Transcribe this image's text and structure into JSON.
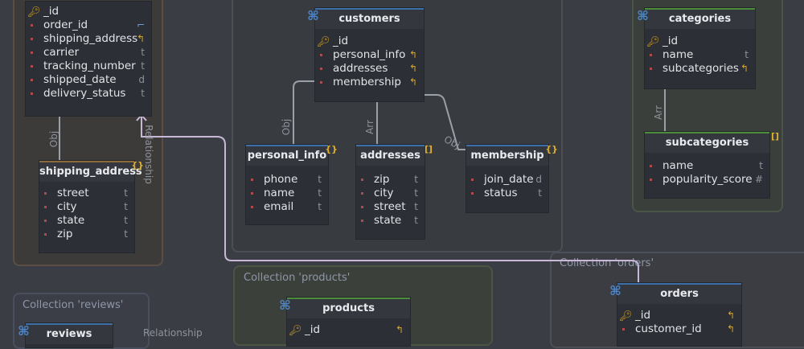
{
  "groups": {
    "products": {
      "title": "Collection 'products'"
    },
    "orders": {
      "title": "Collection 'orders'"
    },
    "reviews": {
      "title": "Collection 'reviews'"
    }
  },
  "entities": {
    "shipments_partial": {
      "title": "",
      "fields": [
        {
          "name": "_id",
          "type": "",
          "icon": "key-icon"
        },
        {
          "name": "order_id",
          "type": "",
          "icon": "link-icon"
        },
        {
          "name": "shipping_address",
          "type": "",
          "icon": "return-icon"
        },
        {
          "name": "carrier",
          "type": "t"
        },
        {
          "name": "tracking_number",
          "type": "t"
        },
        {
          "name": "shipped_date",
          "type": "d"
        },
        {
          "name": "delivery_status",
          "type": "t"
        }
      ]
    },
    "shipping_address": {
      "title": "shipping_address",
      "tag": "{}",
      "fields": [
        {
          "name": "street",
          "type": "t"
        },
        {
          "name": "city",
          "type": "t"
        },
        {
          "name": "state",
          "type": "t"
        },
        {
          "name": "zip",
          "type": "t"
        }
      ]
    },
    "customers": {
      "title": "customers",
      "fields": [
        {
          "name": "_id",
          "type": "",
          "icon": "key-icon"
        },
        {
          "name": "personal_info",
          "type": "",
          "icon": "return-icon"
        },
        {
          "name": "addresses",
          "type": "",
          "icon": "return-icon"
        },
        {
          "name": "membership",
          "type": "",
          "icon": "return-icon"
        }
      ]
    },
    "personal_info": {
      "title": "personal_info",
      "tag": "{}",
      "fields": [
        {
          "name": "phone",
          "type": "t"
        },
        {
          "name": "name",
          "type": "t"
        },
        {
          "name": "email",
          "type": "t"
        }
      ]
    },
    "addresses": {
      "title": "addresses",
      "tag": "[]",
      "fields": [
        {
          "name": "zip",
          "type": "t"
        },
        {
          "name": "city",
          "type": "t"
        },
        {
          "name": "street",
          "type": "t"
        },
        {
          "name": "state",
          "type": "t"
        }
      ]
    },
    "membership": {
      "title": "membership",
      "tag": "{}",
      "fields": [
        {
          "name": "join_date",
          "type": "d"
        },
        {
          "name": "status",
          "type": "t"
        }
      ]
    },
    "categories": {
      "title": "categories",
      "fields": [
        {
          "name": "_id",
          "type": "",
          "icon": "key-icon"
        },
        {
          "name": "name",
          "type": "t"
        },
        {
          "name": "subcategories",
          "type": "",
          "icon": "return-icon"
        }
      ]
    },
    "subcategories": {
      "title": "subcategories",
      "tag": "[]",
      "fields": [
        {
          "name": "name",
          "type": "t"
        },
        {
          "name": "popularity_score",
          "type": "#"
        }
      ]
    },
    "products": {
      "title": "products",
      "fields": [
        {
          "name": "_id",
          "type": "",
          "icon": "key-icon"
        }
      ]
    },
    "orders": {
      "title": "orders",
      "fields": [
        {
          "name": "_id",
          "type": "",
          "icon": "key-icon"
        },
        {
          "name": "customer_id",
          "type": "",
          "icon": "return-icon"
        }
      ]
    },
    "reviews": {
      "title": "reviews",
      "fields": []
    }
  },
  "relations": {
    "obj_label": "Obj",
    "arr_label": "Arr",
    "relationship_label": "Relationship"
  },
  "colors": {
    "background": "#3a3d43",
    "entity_bg": "#2c2f35",
    "header_blue": "#3e6ea8",
    "header_green": "#4c8d3a",
    "header_brown": "#8a6a3a",
    "key": "#d6a52a",
    "line": "#9aa0a8",
    "relationship_line": "#c8b8d8"
  }
}
